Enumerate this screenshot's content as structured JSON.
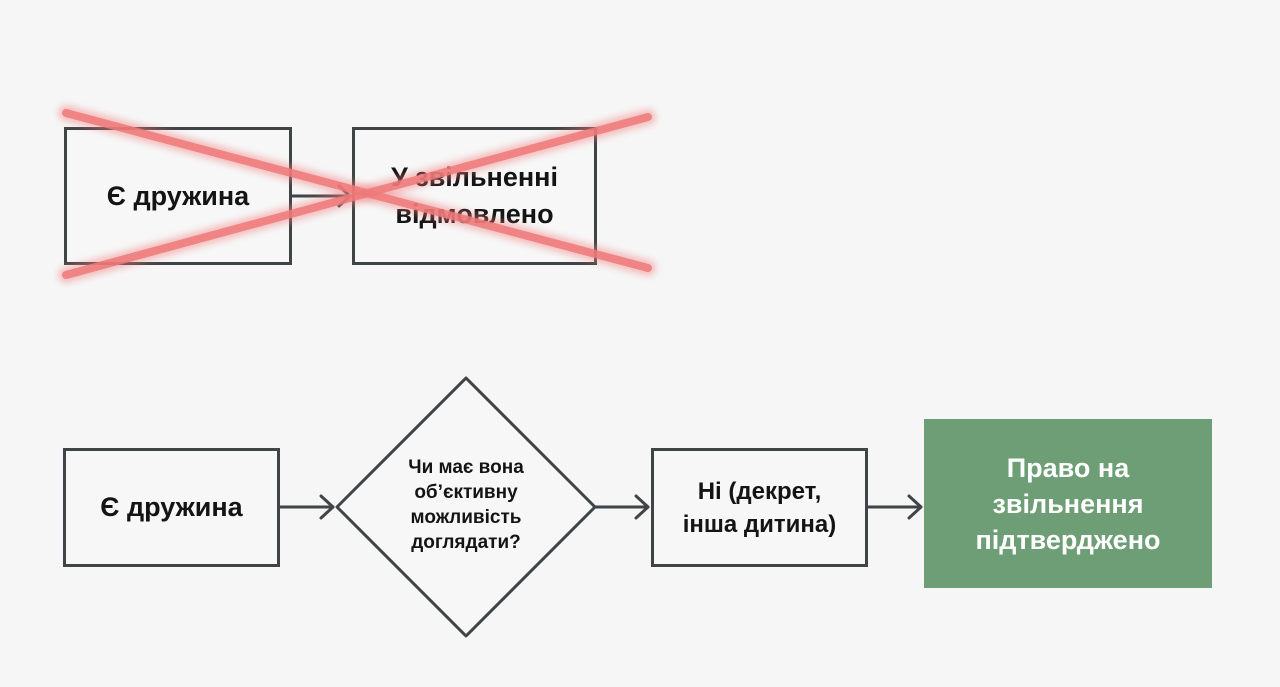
{
  "rejected_flow": {
    "box1_label": "Є дружина",
    "box2_label": "У звільненні\nвідмовлено",
    "cross_color": "#f07a7a"
  },
  "approved_flow": {
    "box1_label": "Є дружина",
    "decision_label": "Чи має вона\nоб’єктивну\nможливість\nдоглядати?",
    "box3_label": "Ні (декрет,\nінша дитина)",
    "result_label": "Право на\nзвільнення\nпідтверджено",
    "result_color": "#6d9e75"
  },
  "colors": {
    "stroke": "#3f4446",
    "background": "#f6f6f6"
  }
}
